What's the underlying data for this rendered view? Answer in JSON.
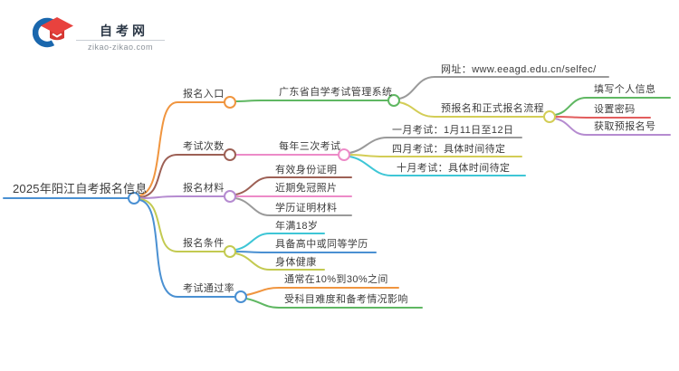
{
  "logo": {
    "title": "自考网",
    "domain": "zikao-zikao.com"
  },
  "palette": {
    "blue": "#4a90d2",
    "orange": "#f0953f",
    "brown": "#9d6055",
    "purple": "#b58bd0",
    "olive": "#c3ca51",
    "yellow": "#d3cd56",
    "green": "#5fb762",
    "gray": "#9a9a9a",
    "pink": "#ed8bc8",
    "cyan": "#3ec6d6",
    "red": "#e25d5d",
    "logo_blue": "#1a67ad",
    "logo_red": "#e8423e"
  },
  "mindmap": {
    "root": {
      "label": "2025年阳江自考报名信息",
      "color": "#4a90d2"
    },
    "branches": [
      {
        "label": "报名入口",
        "color": "#f0953f",
        "children": [
          {
            "label": "广东省自学考试管理系统",
            "color": "#5fb762",
            "children": [
              {
                "label": "网址：www.eeagd.edu.cn/selfec/",
                "color": "#9a9a9a"
              },
              {
                "label": "预报名和正式报名流程",
                "color": "#d3cd56",
                "children": [
                  {
                    "label": "填写个人信息",
                    "color": "#5fb762"
                  },
                  {
                    "label": "设置密码",
                    "color": "#e25d5d"
                  },
                  {
                    "label": "获取预报名号",
                    "color": "#b58bd0"
                  }
                ]
              }
            ]
          }
        ]
      },
      {
        "label": "考试次数",
        "color": "#9d6055",
        "children": [
          {
            "label": "每年三次考试",
            "color": "#ed8bc8",
            "children": [
              {
                "label": "一月考试：1月11日至12日",
                "color": "#9a9a9a"
              },
              {
                "label": "四月考试：具体时间待定",
                "color": "#d3cd56"
              },
              {
                "label": "十月考试：具体时间待定",
                "color": "#3ec6d6"
              }
            ]
          }
        ]
      },
      {
        "label": "报名材料",
        "color": "#b58bd0",
        "children": [
          {
            "label": "有效身份证明",
            "color": "#9d6055"
          },
          {
            "label": "近期免冠照片",
            "color": "#ed8bc8"
          },
          {
            "label": "学历证明材料",
            "color": "#9a9a9a"
          }
        ]
      },
      {
        "label": "报名条件",
        "color": "#c3ca51",
        "children": [
          {
            "label": "年满18岁",
            "color": "#3ec6d6"
          },
          {
            "label": "具备高中或同等学历",
            "color": "#4a90d2"
          },
          {
            "label": "身体健康",
            "color": "#c3ca51"
          }
        ]
      },
      {
        "label": "考试通过率",
        "color": "#4a90d2",
        "children": [
          {
            "label": "通常在10%到30%之间",
            "color": "#f0953f"
          },
          {
            "label": "受科目难度和备考情况影响",
            "color": "#5fb762"
          }
        ]
      }
    ]
  }
}
